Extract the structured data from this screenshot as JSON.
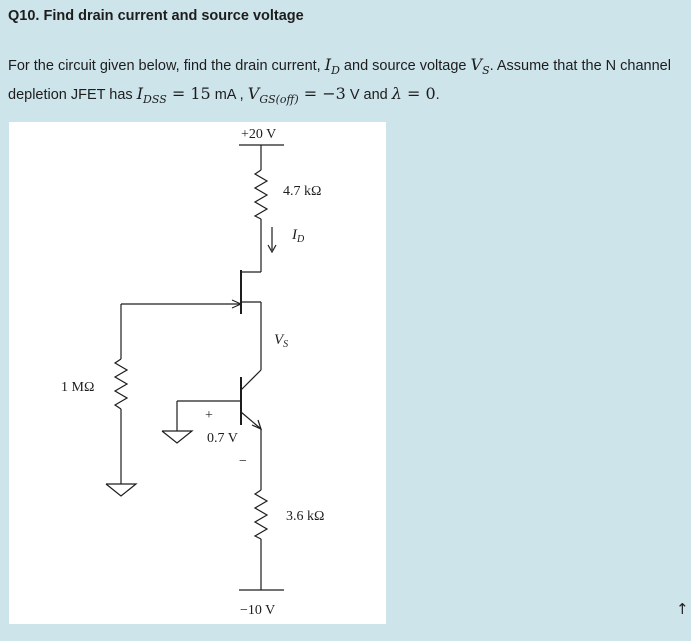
{
  "question": {
    "title": "Q10. Find drain current and source voltage",
    "text": {
      "p1": "For the circuit given below, find the drain current, ",
      "id_sym": "I",
      "id_sub": "D",
      "p2": " and source voltage ",
      "vs_sym": "V",
      "vs_sub": "S",
      "p3": ". Assume that the N channel depletion JFET has ",
      "idss_sym": "I",
      "idss_sub": "DSS",
      "eq1": " = 15",
      "unit1": " mA , ",
      "vgs_sym": "V",
      "vgs_sub": "GS(off)",
      "eq2": " = −3",
      "unit2": " V and ",
      "lambda": "λ",
      "eq3": " = 0",
      "p4": "."
    }
  },
  "circuit": {
    "vdd": "+20 V",
    "rd": "4.7 kΩ",
    "id": "I",
    "id_sub": "D",
    "vs": "V",
    "vs_sub": "S",
    "rg": "1 MΩ",
    "vbe_plus": "+",
    "vbe": "0.7 V",
    "vbe_minus": "−",
    "re": "3.6 kΩ",
    "vee": "−10 V"
  },
  "scroll_icon": "↑"
}
